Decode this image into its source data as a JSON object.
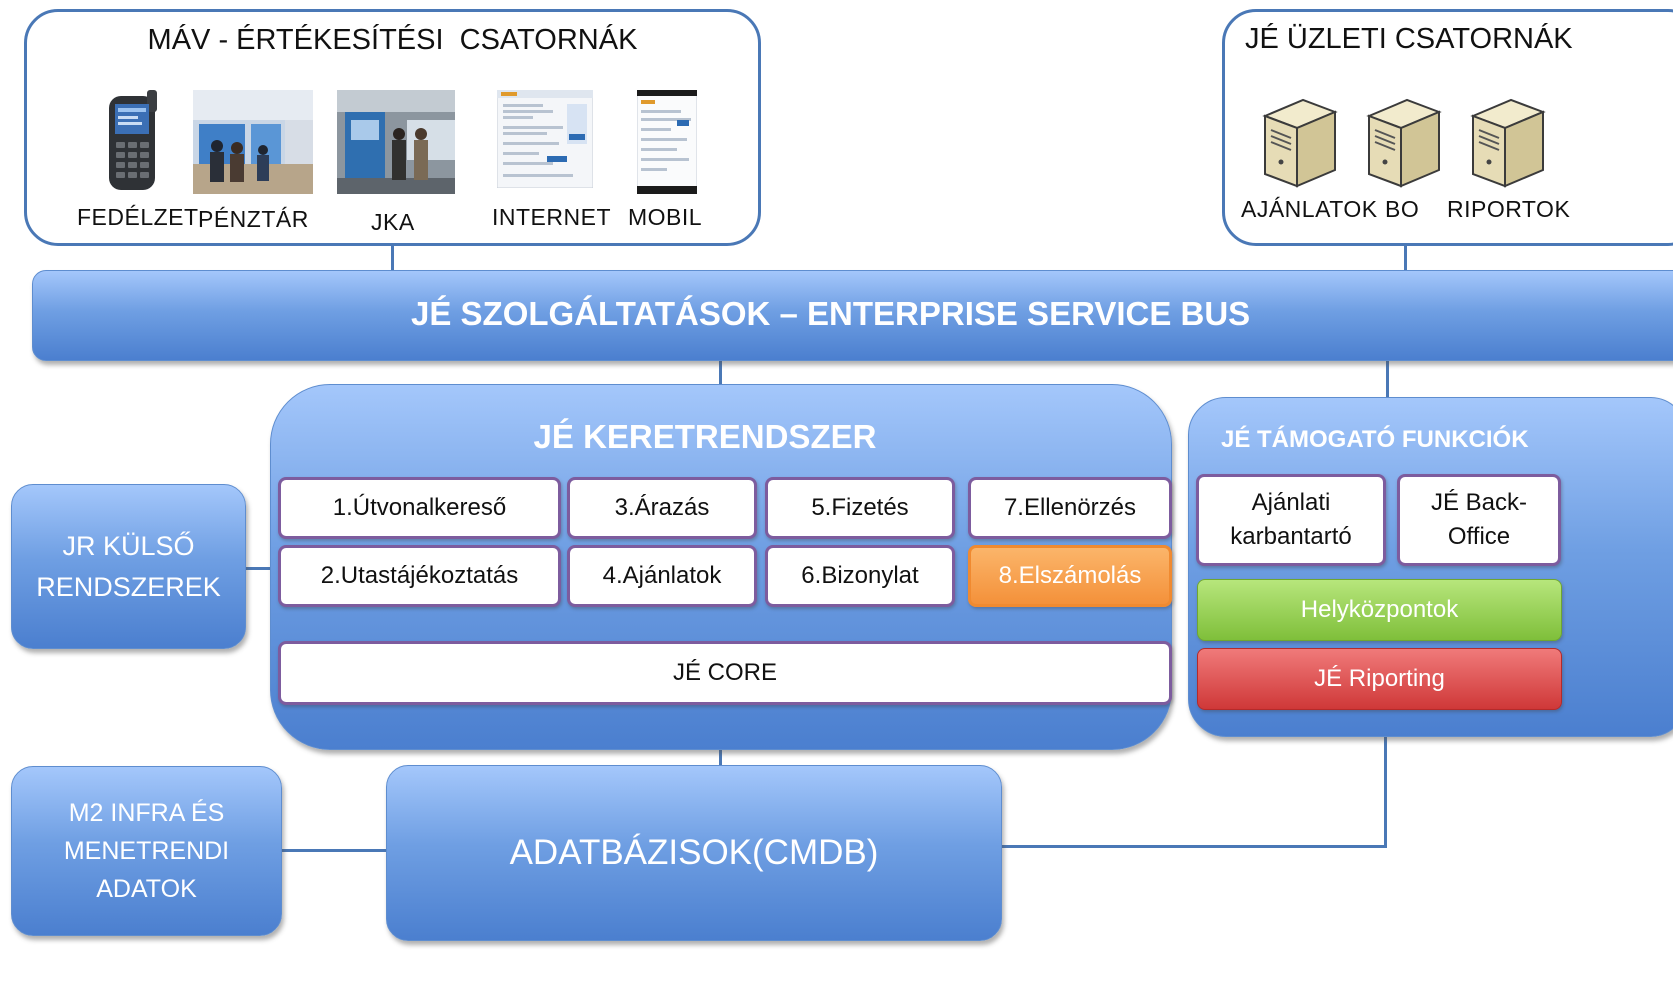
{
  "mav_channels": {
    "title": "MÁV - ÉRTÉKESÍTÉSI  CSATORNÁK",
    "items": [
      {
        "label": "FEDÉLZET",
        "icon": "handheld-terminal-icon"
      },
      {
        "label": "PÉNZTÁR",
        "icon": "ticket-office-photo"
      },
      {
        "label": "JKA",
        "icon": "ticket-machine-photo"
      },
      {
        "label": "INTERNET",
        "icon": "web-page-icon"
      },
      {
        "label": "MOBIL",
        "icon": "mobile-page-icon"
      }
    ]
  },
  "je_business_channels": {
    "title": "JÉ ÜZLETI CSATORNÁK",
    "items": [
      {
        "label": "AJÁNLATOK",
        "icon": "server-icon"
      },
      {
        "label": "BO",
        "icon": "server-icon"
      },
      {
        "label": "RIPORTOK",
        "icon": "server-icon"
      }
    ]
  },
  "esb": {
    "label": "JÉ SZOLGÁLTATÁSOK – ENTERPRISE SERVICE BUS"
  },
  "framework": {
    "title": "JÉ KERETRENDSZER",
    "modules": [
      "1.Útvonalkereső",
      "3.Árazás",
      "5.Fizetés",
      "7.Ellenörzés",
      "2.Utastájékoztatás",
      "4.Ajánlatok",
      "6.Bizonylat",
      "8.Elszámolás"
    ],
    "core": "JÉ CORE"
  },
  "support": {
    "title": "JÉ TÁMOGATÓ FUNKCIÓK",
    "box1_line1": "Ajánlati",
    "box1_line2": "karbantartó",
    "box2_line1": "JÉ Back-",
    "box2_line2": "Office",
    "green_bar": "Helyközpontok",
    "red_bar": "JÉ Riporting"
  },
  "external": {
    "line1": "JR KÜLSŐ",
    "line2": "RENDSZEREK"
  },
  "m2": {
    "line1": "M2 INFRA ÉS",
    "line2": "MENETRENDI",
    "line3": "ADATOK"
  },
  "database": {
    "label": "ADATBÁZISOK(CMDB)"
  },
  "colors": {
    "accent_blue": "#4a78b6",
    "highlight_orange": "#f59a3c",
    "green": "#8ccc45",
    "red": "#d94848",
    "module_border": "#7d5c9e"
  }
}
